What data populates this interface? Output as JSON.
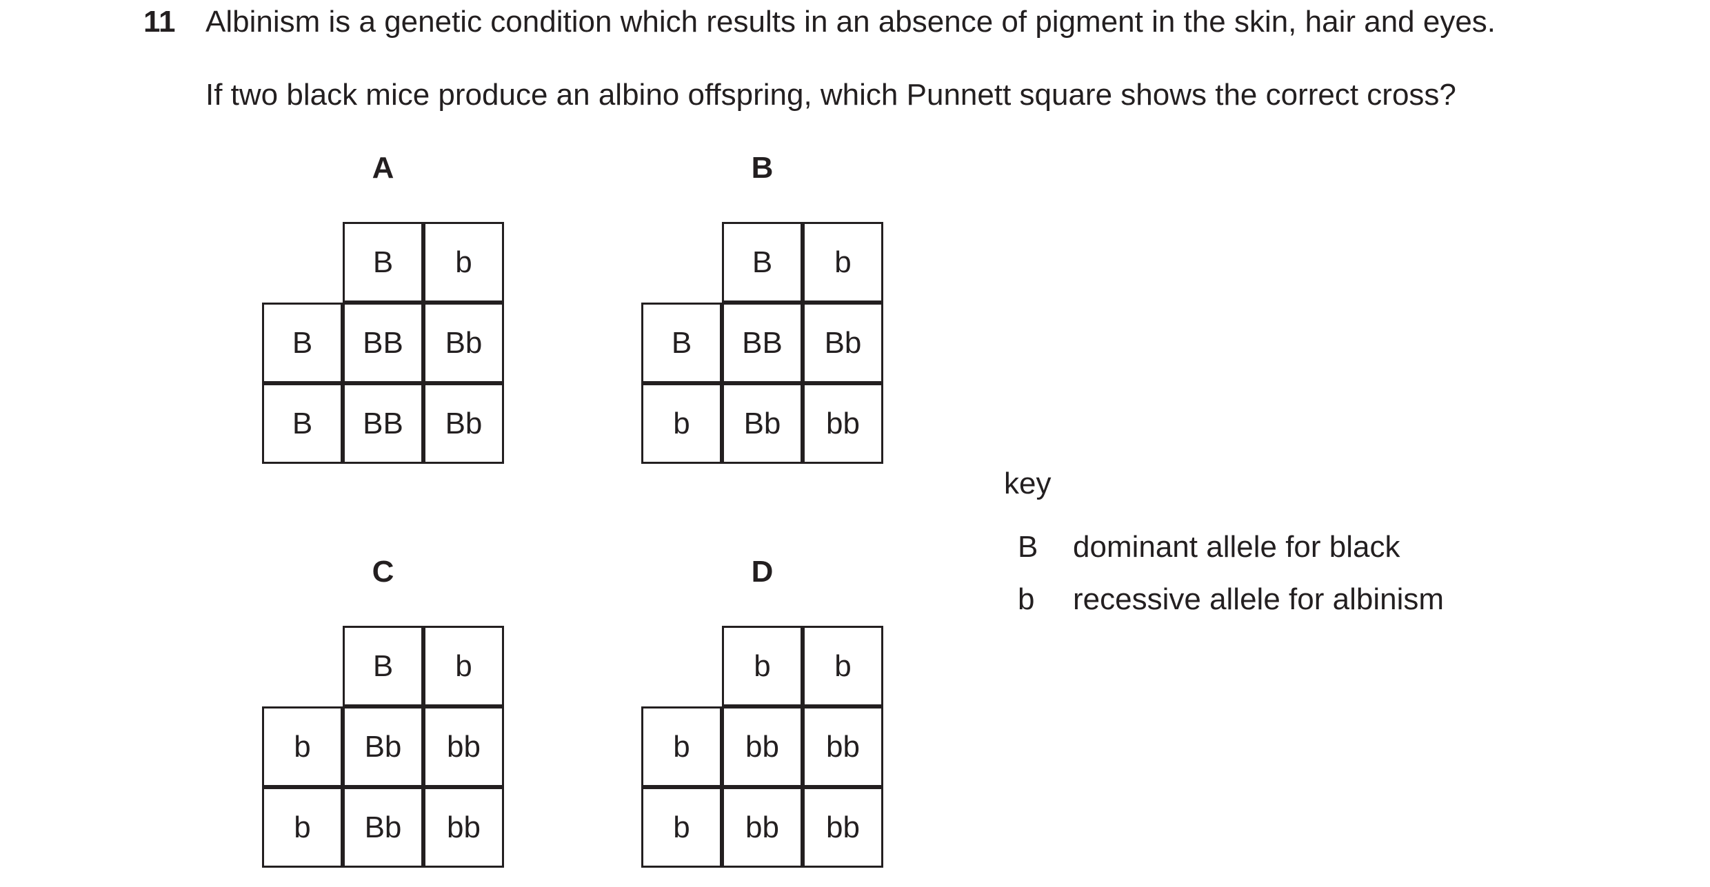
{
  "question": {
    "number": "11",
    "line1": "Albinism is a genetic condition which results in an absence of pigment in the skin, hair and eyes.",
    "line2": "If two black mice produce an albino offspring, which Punnett square shows the correct cross?"
  },
  "options": [
    {
      "label": "A",
      "col_headers": [
        "B",
        "b"
      ],
      "row_headers": [
        "B",
        "B"
      ],
      "cells": [
        [
          "BB",
          "Bb"
        ],
        [
          "BB",
          "Bb"
        ]
      ]
    },
    {
      "label": "B",
      "col_headers": [
        "B",
        "b"
      ],
      "row_headers": [
        "B",
        "b"
      ],
      "cells": [
        [
          "BB",
          "Bb"
        ],
        [
          "Bb",
          "bb"
        ]
      ]
    },
    {
      "label": "C",
      "col_headers": [
        "B",
        "b"
      ],
      "row_headers": [
        "b",
        "b"
      ],
      "cells": [
        [
          "Bb",
          "bb"
        ],
        [
          "Bb",
          "bb"
        ]
      ]
    },
    {
      "label": "D",
      "col_headers": [
        "b",
        "b"
      ],
      "row_headers": [
        "b",
        "b"
      ],
      "cells": [
        [
          "bb",
          "bb"
        ],
        [
          "bb",
          "bb"
        ]
      ]
    }
  ],
  "key": {
    "title": "key",
    "entries": [
      {
        "symbol": "B",
        "meaning": "dominant allele for black"
      },
      {
        "symbol": "b",
        "meaning": "recessive allele for albinism"
      }
    ]
  }
}
